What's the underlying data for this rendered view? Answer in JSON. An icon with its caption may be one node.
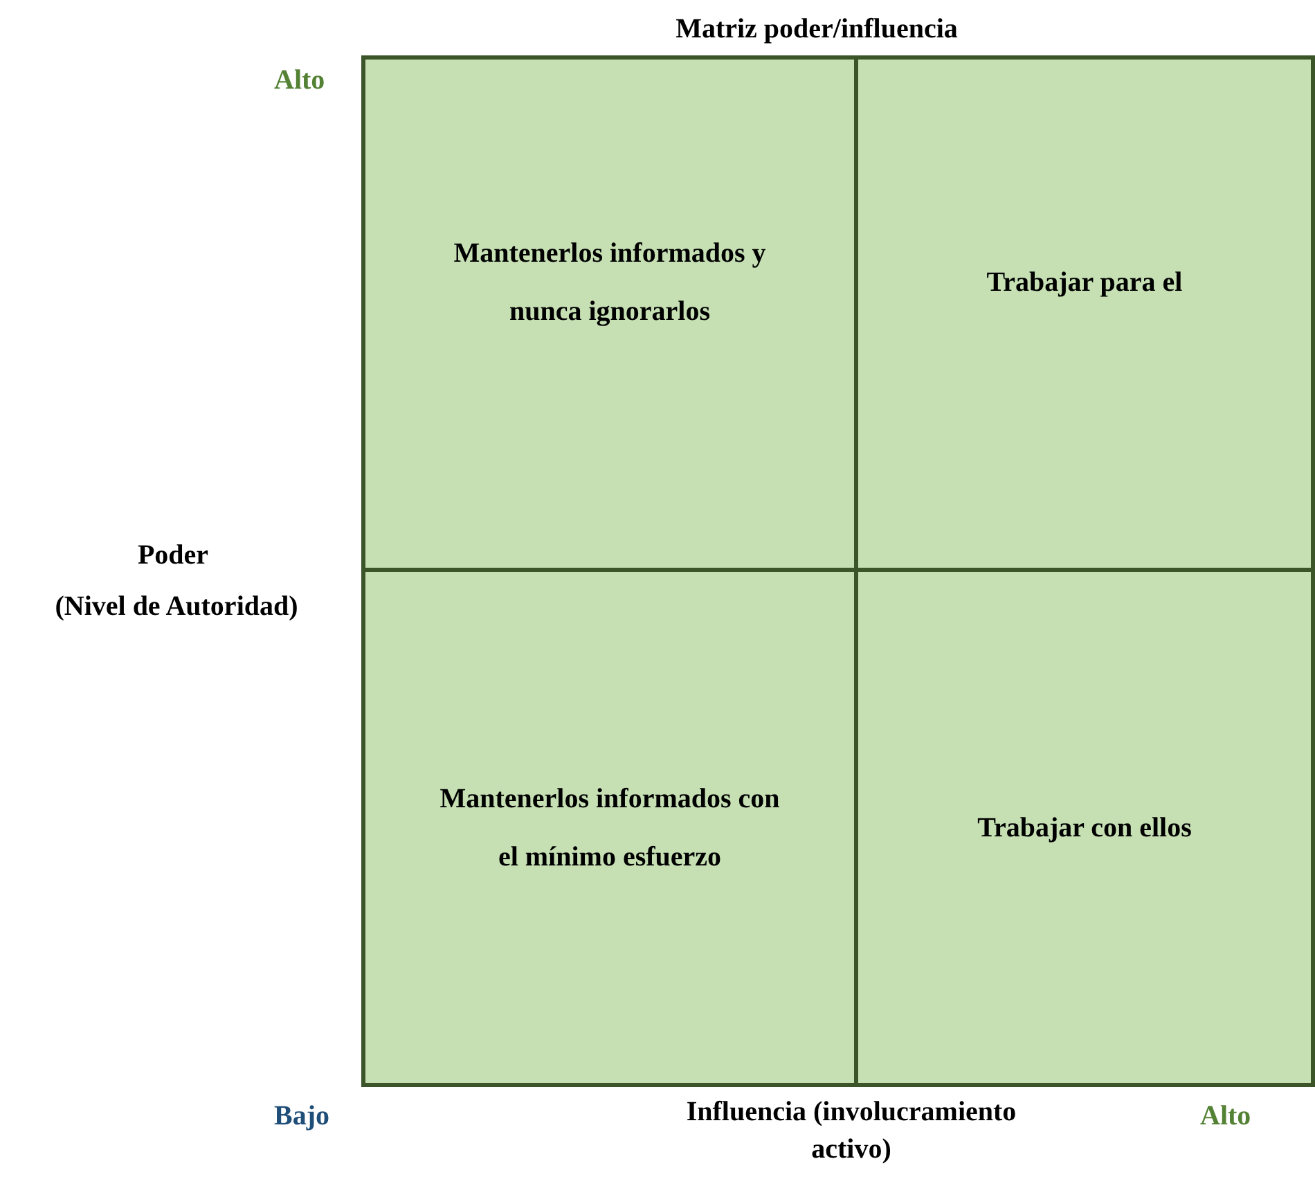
{
  "diagram": {
    "title": "Matriz poder/influencia",
    "nodes": [
      {
        "text": [
          "Mantenerlos informados y nunca ignorarlos"
        ]
      },
      {
        "text": [
          "Trabajar para el"
        ]
      },
      {
        "text": [
          "Mantenerlos informados con el mínimo esfuerzo"
        ]
      },
      {
        "text": [
          "Trabajar con ellos"
        ]
      }
    ],
    "edges": [],
    "labels": [
      "Alto",
      "Poder",
      "(Nivel de Autoridad)",
      "Bajo",
      "Influencia (involucramiento activo)",
      "Alto"
    ]
  }
}
